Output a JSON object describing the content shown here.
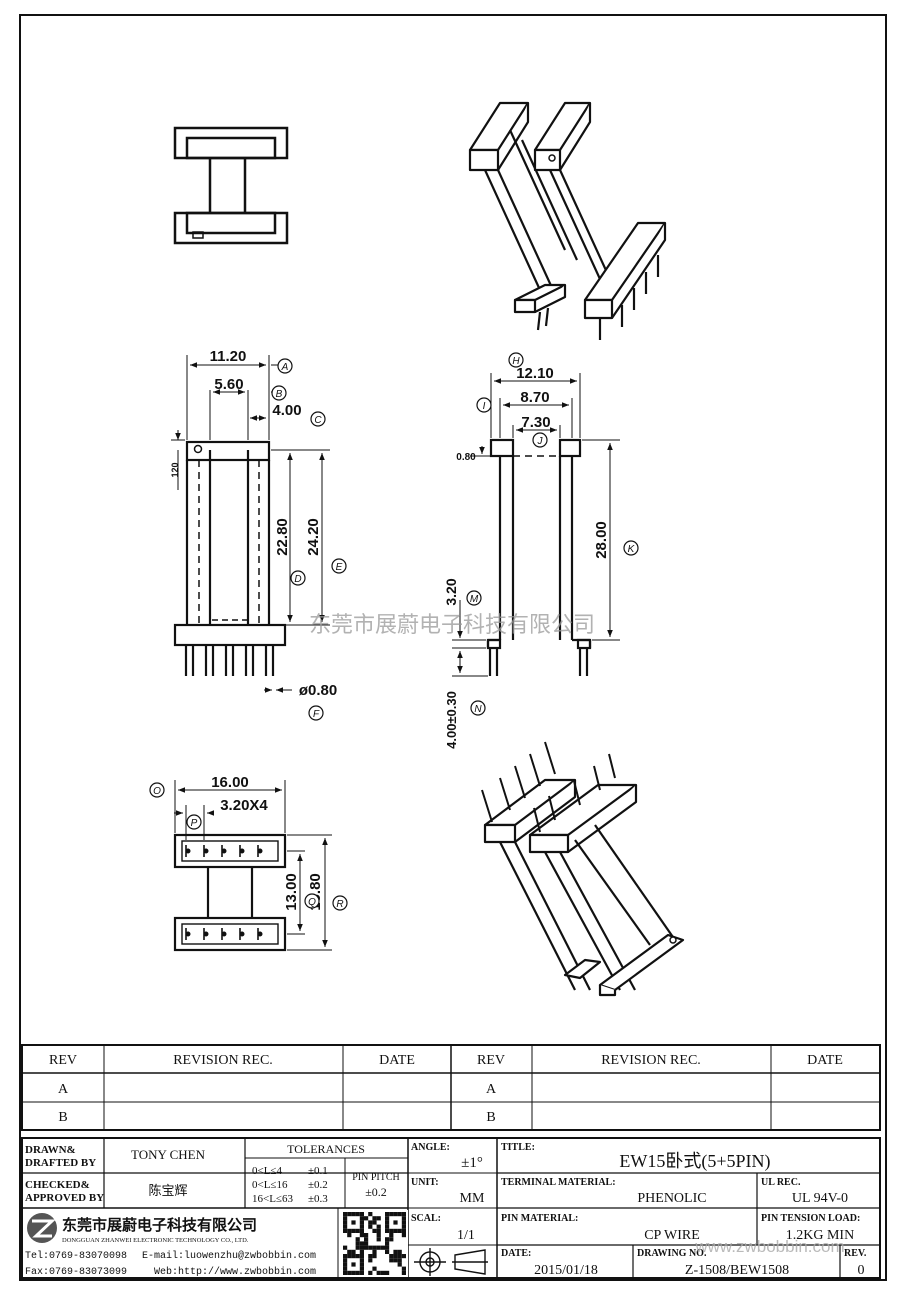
{
  "dims": {
    "A": "11.20",
    "B": "5.60",
    "C": "4.00",
    "D": "22.80",
    "E": "24.20",
    "F": "ø0.80",
    "small_120": "120",
    "H": "12.10",
    "I": "8.70",
    "J": "7.30",
    "g_080": "0.80",
    "K": "28.00",
    "M": "3.20",
    "N": "4.00±0.30",
    "O": "16.00",
    "P": "3.20X4",
    "Q": "13.00",
    "R": "15.80"
  },
  "markers": [
    "A",
    "B",
    "C",
    "D",
    "E",
    "F",
    "H",
    "I",
    "J",
    "K",
    "M",
    "N",
    "O",
    "P",
    "Q",
    "R"
  ],
  "watermark": "东莞市展蔚电子科技有限公司",
  "watermark_url": "www.zwbobbin.com",
  "revision_table": {
    "headers": [
      "REV",
      "REVISION REC.",
      "DATE",
      "REV",
      "REVISION REC.",
      "DATE"
    ],
    "rows": [
      "A",
      "B"
    ]
  },
  "title_block": {
    "drawn_label_1": "DRAWN&",
    "drawn_label_2": "DRAFTED BY",
    "drawn_value": "TONY CHEN",
    "checked_label_1": "CHECKED&",
    "checked_label_2": "APPROVED BY",
    "checked_value": "陈宝辉",
    "tolerances_label": "TOLERANCES",
    "tol_rows": [
      {
        "range": "0<L≤4",
        "tol": "±0.1"
      },
      {
        "range": "0<L≤16",
        "tol": "±0.2"
      },
      {
        "range": "16<L≤63",
        "tol": "±0.3"
      }
    ],
    "pin_pitch_label": "PIN PITCH",
    "pin_pitch_value": "±0.2",
    "angle_label": "ANGLE:",
    "angle_value": "±1°",
    "unit_label": "UNIT:",
    "unit_value": "MM",
    "scale_label": "SCAL:",
    "scale_value": "1/1",
    "title_label": "TITLE:",
    "title_value": "EW15卧式(5+5PIN)",
    "terminal_label": "TERMINAL MATERIAL:",
    "terminal_value": "PHENOLIC",
    "ul_label": "UL REC.",
    "ul_value": "UL 94V-0",
    "pin_mat_label": "PIN MATERIAL:",
    "pin_mat_value": "CP WIRE",
    "tension_label": "PIN TENSION LOAD:",
    "tension_value": "1.2KG MIN",
    "date_label": "DATE:",
    "date_value": "2015/01/18",
    "drawing_label": "DRAWING NO.",
    "drawing_value": "Z-1508/BEW1508",
    "rev_label": "REV.",
    "rev_value": "0",
    "company_cn": "东莞市展蔚电子科技有限公司",
    "company_en": "DONGGUAN ZHANWEI ELECTRONIC TECHNOLOGY CO., LTD.",
    "tel": "Tel:0769-83070098",
    "email": "E-mail:luowenzhu@zwbobbin.com",
    "fax": "Fax:0769-83073099",
    "web": "Web:http://www.zwbobbin.com"
  }
}
